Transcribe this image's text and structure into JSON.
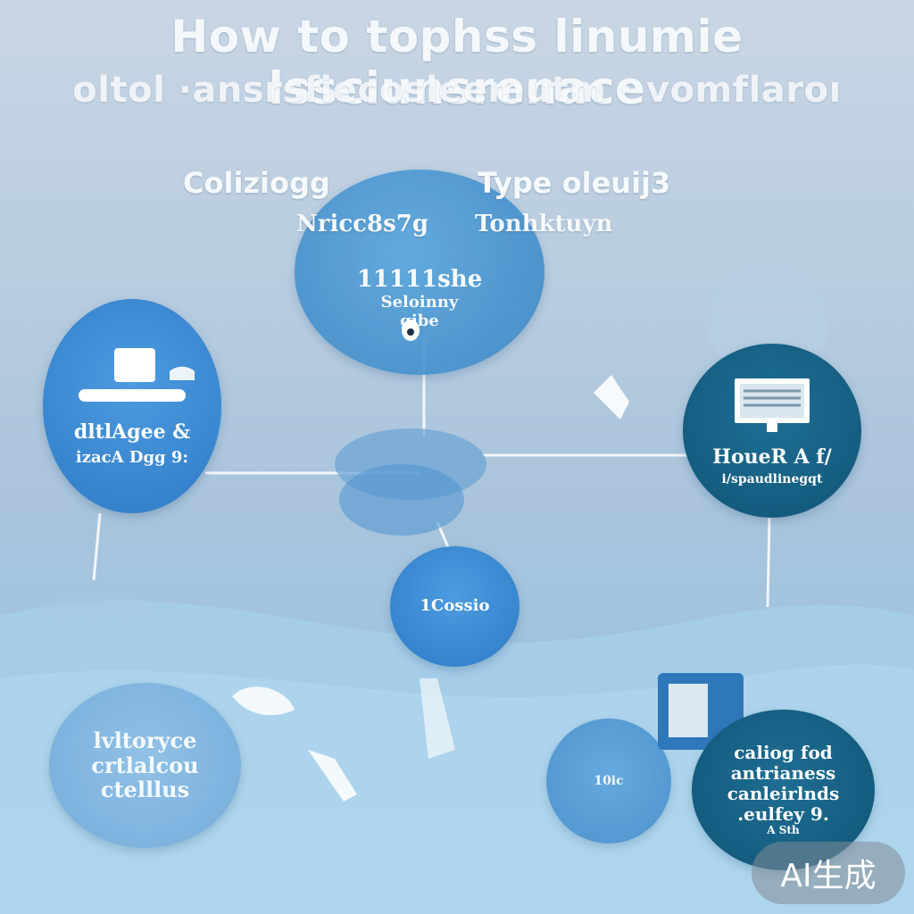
{
  "title": {
    "line1": "How to tophss linumie lssciunsrenace",
    "line2": "oltol ·ansrsfiecosleemutm · vomflaroı"
  },
  "top_cluster": {
    "left_label": "Coliziogg",
    "right_label": "Type oleuij3",
    "sub_left": "Nricc8s7g",
    "sub_right": "Tonhktuyn",
    "bubble_line1": "11111she",
    "bubble_line2": "Seloinny",
    "bubble_line3": "gibe"
  },
  "nodes": {
    "left": {
      "line1": "dltlAgee &",
      "line2": "izacA Dgg 9:"
    },
    "right": {
      "line1": "HoueR A f/",
      "line2": "i/spaudlinegqt"
    },
    "center": {
      "label": "1Cossio"
    },
    "bottom_left": {
      "line1": "lvltoryce",
      "line2": "crtlalcou",
      "line3": "ctelllus"
    },
    "bottom_right": {
      "line1": "caliog fod",
      "line2": "antrianess",
      "line3": "canleirlnds",
      "line4": ".eulfey 9.",
      "line5": "A Sth"
    },
    "bottom_right_small": {
      "label": "10ic"
    }
  },
  "badge": {
    "label": "AI生成"
  },
  "colors": {
    "node_blue": "#3d8fd4",
    "node_dark_teal": "#145f80",
    "node_light": "#9cc8ea",
    "line": "#f2f6fa"
  }
}
